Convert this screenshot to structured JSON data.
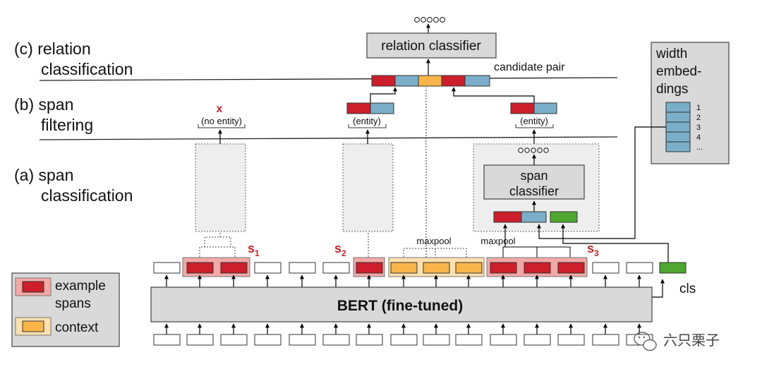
{
  "stages": {
    "relation": [
      "(c) relation",
      "classification"
    ],
    "filtering": [
      "(b) span",
      "filtering"
    ],
    "classification": [
      "(a) span",
      "classification"
    ]
  },
  "relation_classifier_label": "relation classifier",
  "candidate_pair_label": "candidate pair",
  "span_classifier_label": [
    "span",
    "classifier"
  ],
  "width_embeddings": {
    "title": [
      "width",
      "embed-",
      "dings"
    ],
    "indices": [
      "1",
      "2",
      "3",
      "4",
      "..."
    ]
  },
  "filter_results": [
    {
      "mark": "x",
      "label": "(no entity)"
    },
    {
      "label": "(entity)"
    },
    {
      "label": "(entity)"
    }
  ],
  "maxpool_labels": [
    "maxpool",
    "maxpool"
  ],
  "span_ids": [
    {
      "letter": "s",
      "subscript": "1"
    },
    {
      "letter": "s",
      "subscript": "2"
    },
    {
      "letter": "s",
      "subscript": "3"
    }
  ],
  "bert_label": "BERT (fine-tuned)",
  "cls_label": "cls",
  "legend": {
    "example_spans": [
      "example",
      "spans"
    ],
    "context": "context"
  },
  "watermark": "六只栗子",
  "colors": {
    "red": "#cc1f2b",
    "blue": "#7aaec9",
    "orange": "#f9b54a",
    "green": "#4ea72e",
    "gray_box": "#d9d9d9",
    "red_highlight": "#f2a9a6",
    "orange_highlight": "#fde0b0",
    "span_id_red": "#c0262d"
  }
}
